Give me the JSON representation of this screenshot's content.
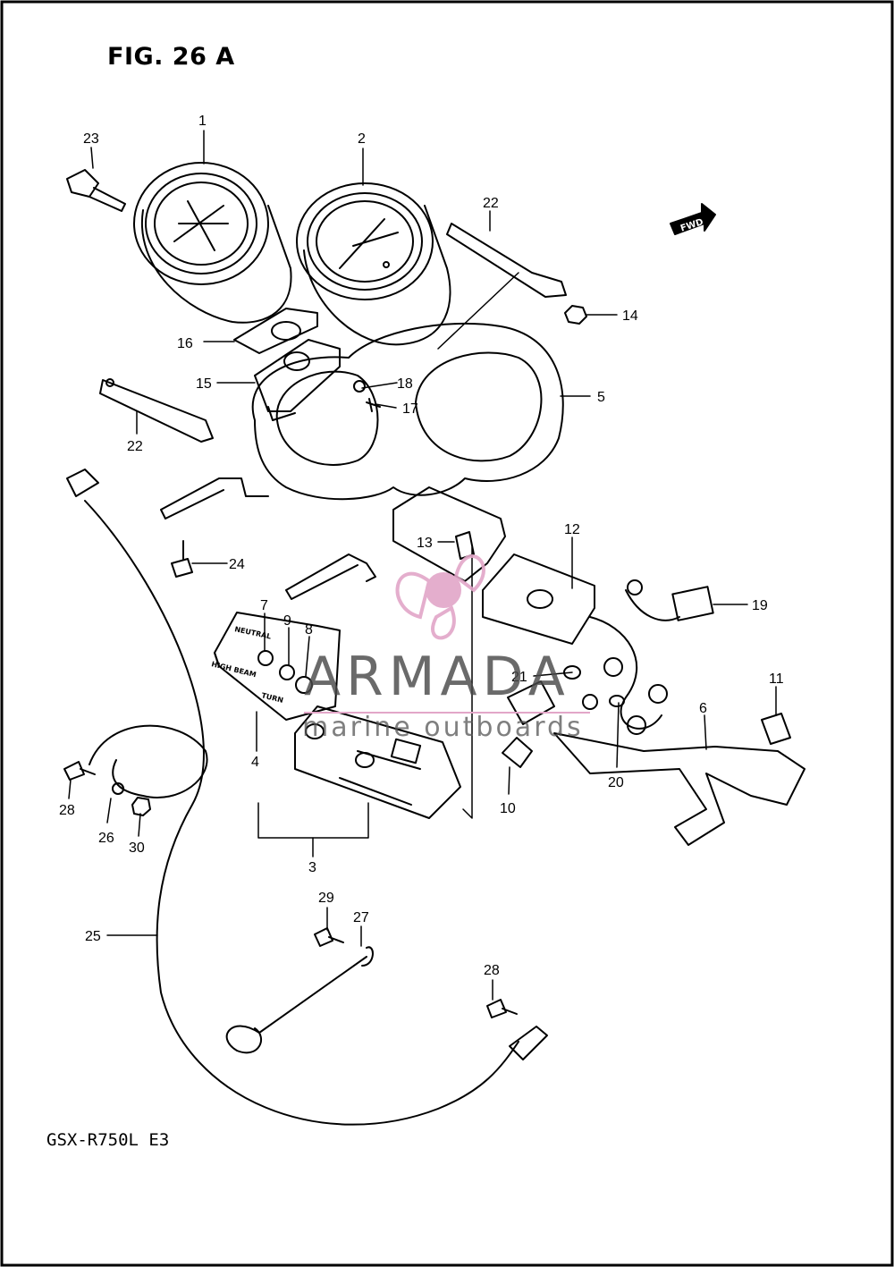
{
  "figure_title": "FIG. 26 A",
  "model_code": "GSX-R750L  E3",
  "watermark": {
    "brand": "ARMADA",
    "tagline": "marine outboards",
    "color": "#e2a6c8"
  },
  "fwd_label": "FWD",
  "panel_labels": {
    "neutral": "NEUTRAL",
    "high_beam": "HIGH BEAM",
    "turn": "TURN"
  },
  "callouts": [
    "1",
    "2",
    "3",
    "4",
    "5",
    "6",
    "7",
    "8",
    "9",
    "10",
    "11",
    "12",
    "13",
    "14",
    "15",
    "16",
    "17",
    "18",
    "19",
    "20",
    "21",
    "22",
    "22",
    "23",
    "24",
    "25",
    "26",
    "27",
    "28",
    "28",
    "29",
    "30"
  ]
}
